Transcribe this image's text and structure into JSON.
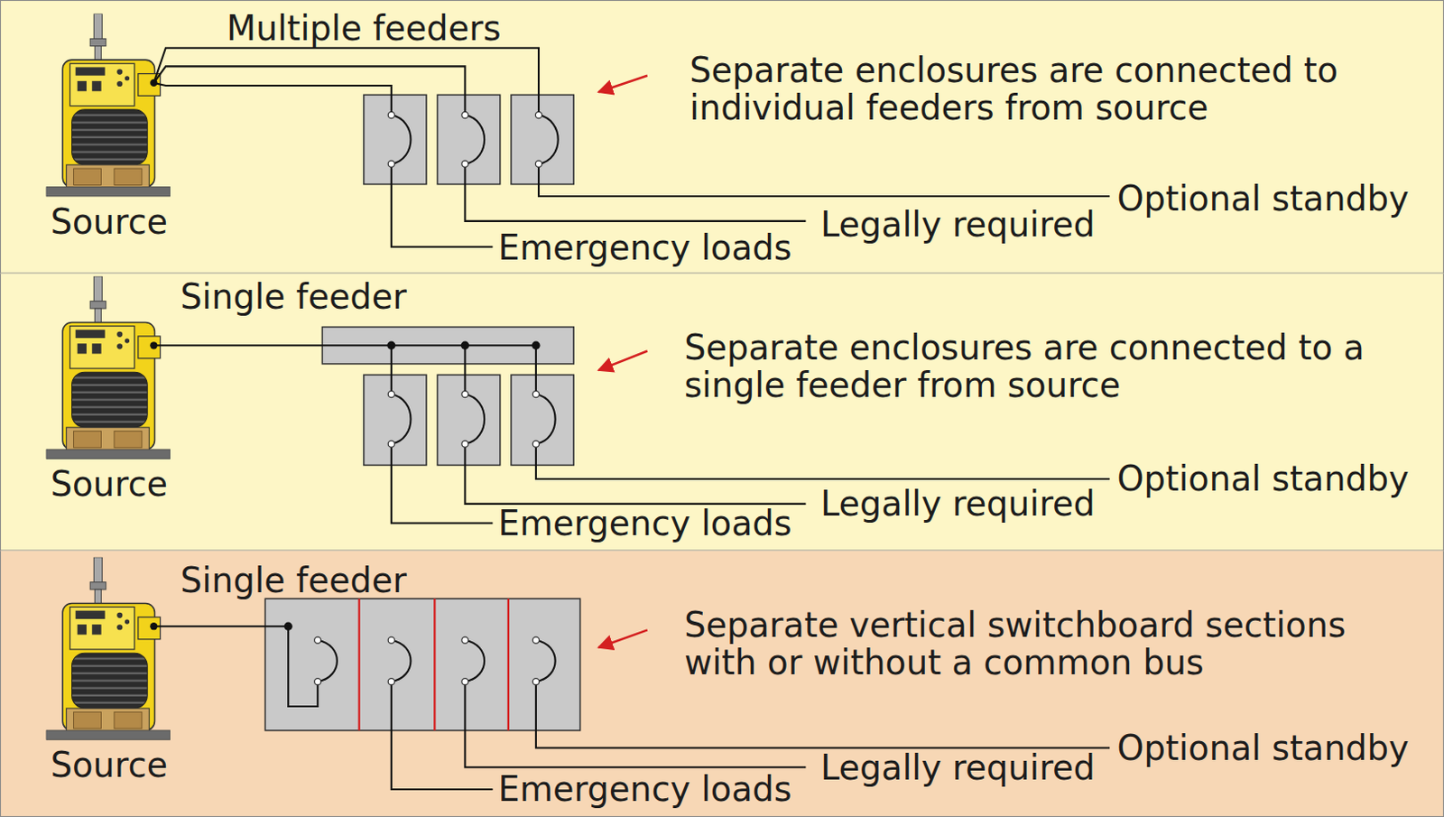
{
  "diagram": {
    "nodes": [
      {
        "text": [
          "Multiple feeders",
          "Separate enclosures are connected to individual feeders from source",
          "Optional standby",
          "Legally required",
          "Emergency loads"
        ]
      },
      {
        "text": [
          "Source"
        ],
        "in": 0
      },
      {
        "text": [
          "Single feeder",
          "Separate enclosures are connected to a single feeder from source",
          "Optional standby",
          "Legally required",
          "Emergency loads"
        ]
      },
      {
        "text": [
          "Source"
        ],
        "in": 2
      },
      {
        "text": [
          "Single feeder",
          "Separate vertical switchboard sections with or without a common bus",
          "Optional standby",
          "Legally required",
          "Emergency loads"
        ]
      },
      {
        "text": [
          "Source"
        ],
        "in": 4
      }
    ]
  }
}
